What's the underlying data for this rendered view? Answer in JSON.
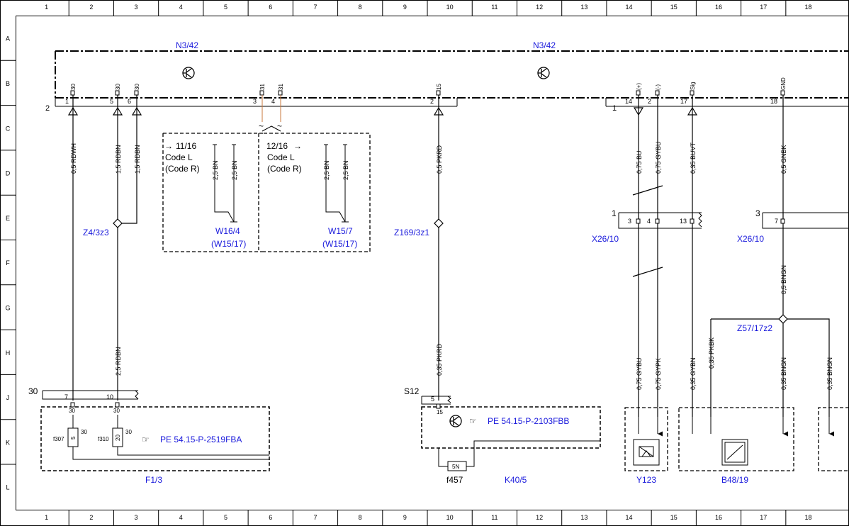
{
  "frame": {
    "columns": [
      "1",
      "2",
      "3",
      "4",
      "5",
      "6",
      "7",
      "8",
      "9",
      "10",
      "11",
      "12",
      "13",
      "14",
      "15",
      "16",
      "17",
      "18"
    ],
    "rows": [
      "A",
      "B",
      "C",
      "D",
      "E",
      "F",
      "G",
      "H",
      "J",
      "K",
      "L"
    ]
  },
  "module": {
    "name_left": "N3/42",
    "name_right": "N3/42",
    "block_number_left": "2",
    "block_number_right": "1",
    "pins": [
      {
        "term": "30",
        "pin": "1"
      },
      {
        "term": "30",
        "pin": "5"
      },
      {
        "term": "30",
        "pin": "6"
      },
      {
        "term": "31",
        "pin": "3"
      },
      {
        "term": "31",
        "pin": "4"
      },
      {
        "term": "15",
        "pin": "2"
      },
      {
        "term": "(+)",
        "pin": "14"
      },
      {
        "term": "(-)",
        "pin": "2"
      },
      {
        "term": "Sig",
        "pin": "17"
      },
      {
        "term": "GND",
        "pin": "18"
      }
    ]
  },
  "wires": {
    "w1": "0,5 RDWH",
    "w5": "1,5 RDBN",
    "w6": "1,5 RDBN",
    "w2": "0,5 PKRD",
    "w14": "0,75 BU",
    "w2b": "0,75 GYBU",
    "w17": "0,35 BUVT",
    "w18": "0,5 GNBK",
    "w_z4": "2,5 RDBN",
    "w_z169": "0,35 PKRD",
    "w_gnd_after": "0,5 BNGN",
    "lower": [
      "0,75 GYBU",
      "0,75 GYPK",
      "0,35 GYBN",
      "0,35 PKBK",
      "0,35 BNGN",
      "0,35 BNGN"
    ]
  },
  "ground_box_1": {
    "ref": "11/16",
    "code_l": "Code L",
    "code_r": "(Code R)",
    "wire_a": "2,5 BN",
    "wire_b": "2,5 BN",
    "ground": "W16/4",
    "ground_alt": "(W15/17)"
  },
  "ground_box_2": {
    "ref": "12/16",
    "code_l": "Code L",
    "code_r": "(Code R)",
    "wire_a": "2,5 BN",
    "wire_b": "2,5 BN",
    "ground": "W15/7",
    "ground_alt": "(W15/17)"
  },
  "splices": {
    "z4": "Z4/3z3",
    "z169": "Z169/3z1",
    "z57": "Z57/17z2"
  },
  "connectors": {
    "x26_left": {
      "name": "X26/10",
      "number": "1",
      "pins": [
        "3",
        "4",
        "13"
      ]
    },
    "x26_right": {
      "name": "X26/10",
      "number": "3",
      "pins": [
        "7"
      ]
    }
  },
  "fusebox": {
    "name": "F1/3",
    "number": "30",
    "pins": [
      "7",
      "10"
    ],
    "terms": [
      "30",
      "30"
    ],
    "fuses": [
      {
        "id": "f307",
        "rating": "5",
        "term": "30"
      },
      {
        "id": "f310",
        "rating": "20",
        "term": "30"
      }
    ],
    "reference": "PE 54.15-P-2519FBA"
  },
  "relay": {
    "name": "K40/5",
    "connector": "S12",
    "pin": "5",
    "term": "15",
    "reference": "PE 54.15-P-2103FBB",
    "fuse_id": "f457",
    "fuse_rating": "5N"
  },
  "components": {
    "valve": "Y123",
    "sensor": "B48/19"
  },
  "colors": {
    "line": "#000000",
    "label_blue": "#1a1adc",
    "wire_ground": "#c8783c"
  }
}
